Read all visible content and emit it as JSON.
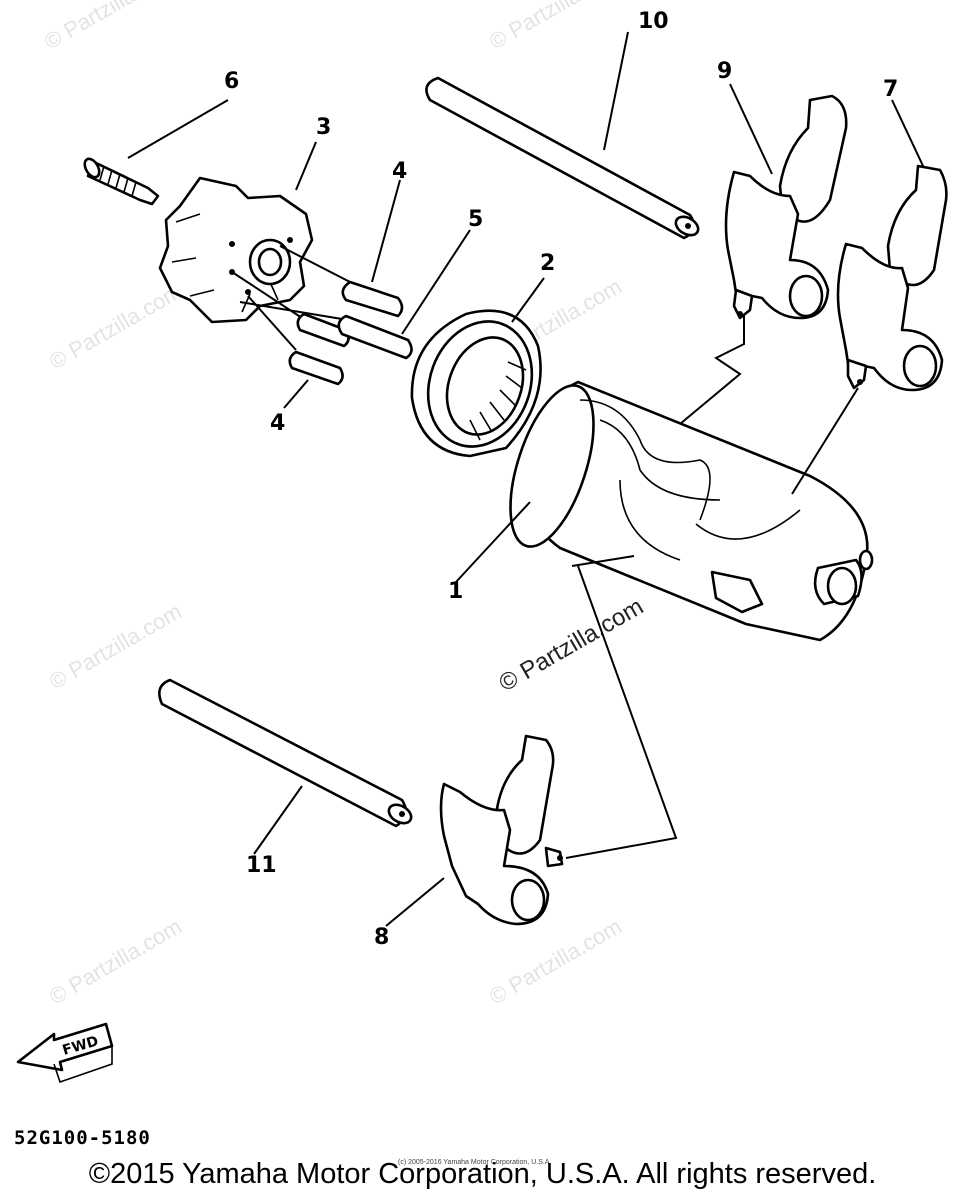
{
  "callouts": [
    "1",
    "2",
    "3",
    "4",
    "4",
    "5",
    "6",
    "7",
    "8",
    "9",
    "10",
    "11"
  ],
  "direction_arrow": "FWD",
  "watermark": "© Partzilla.com",
  "diagram_code": "52G100-5180",
  "small_copyright": "(c) 2005-2016 Yamaha Motor Corporation, U.S.A.",
  "copyright": "©2015 Yamaha Motor Corporation, U.S.A. All rights reserved."
}
